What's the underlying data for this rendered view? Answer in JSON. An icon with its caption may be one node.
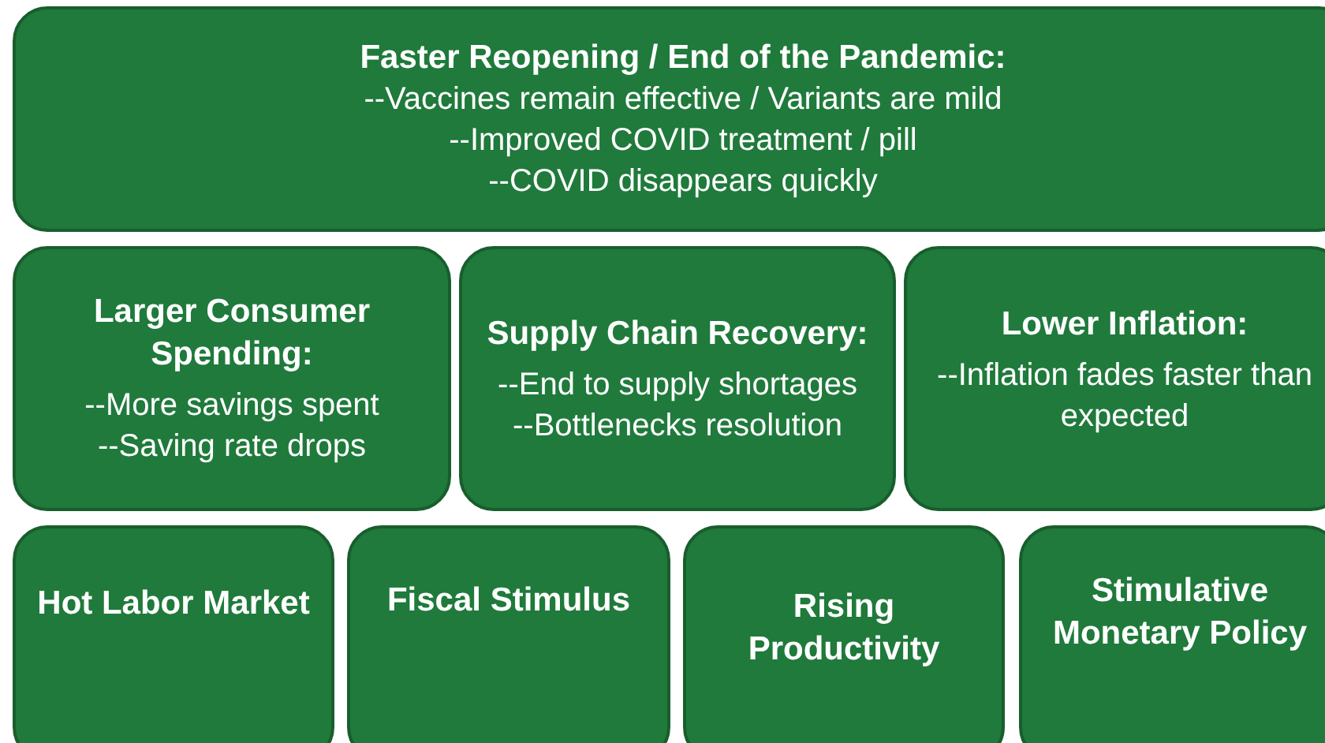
{
  "diagram": {
    "nodes": [
      {
        "text": [
          "Faster Reopening / End of the Pandemic:",
          "--Vaccines remain effective / Variants are mild",
          "--Improved COVID treatment / pill",
          "--COVID disappears quickly"
        ]
      },
      {
        "text": [
          "Larger Consumer Spending:",
          "--More savings spent",
          "--Saving rate drops"
        ]
      },
      {
        "text": [
          "Supply Chain Recovery:",
          "--End to supply shortages",
          "--Bottlenecks resolution"
        ]
      },
      {
        "text": [
          "Lower Inflation:",
          "--Inflation fades faster than expected"
        ]
      },
      {
        "text": [
          "Hot Labor Market"
        ]
      },
      {
        "text": [
          "Fiscal Stimulus"
        ]
      },
      {
        "text": [
          "Rising Productivity"
        ]
      },
      {
        "text": [
          "Stimulative Monetary Policy"
        ]
      }
    ]
  }
}
